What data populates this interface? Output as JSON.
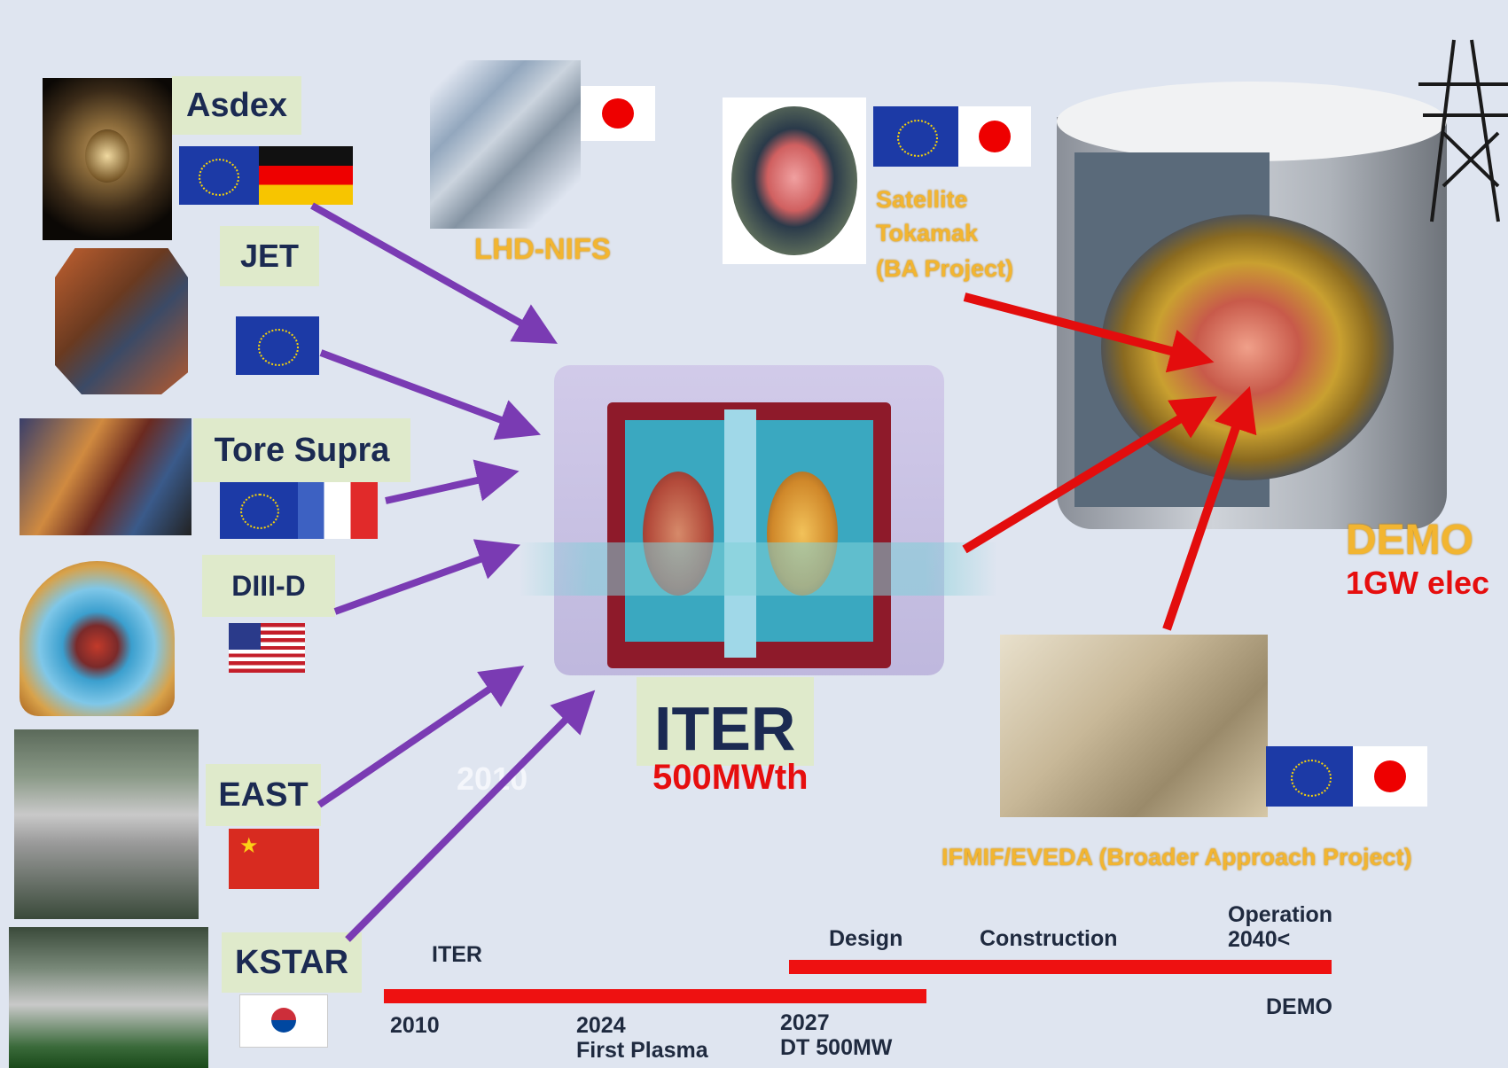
{
  "devices": {
    "asdex": {
      "label": "Asdex",
      "flags": [
        "eu",
        "germany"
      ]
    },
    "jet": {
      "label": "JET",
      "flags": [
        "eu"
      ]
    },
    "tore_supra": {
      "label": "Tore Supra",
      "flags": [
        "eu",
        "france"
      ]
    },
    "diiid": {
      "label": "DIII-D",
      "flags": [
        "usa"
      ]
    },
    "east": {
      "label": "EAST",
      "flags": [
        "china"
      ]
    },
    "kstar": {
      "label": "KSTAR",
      "flags": [
        "korea"
      ]
    },
    "lhd": {
      "label": "LHD-NIFS",
      "flags": [
        "japan"
      ]
    },
    "satellite": {
      "line1": "Satellite",
      "line2": "Tokamak",
      "line3": "(BA Project)",
      "flags": [
        "eu",
        "japan"
      ]
    },
    "iter": {
      "label": "ITER",
      "power": "500MWth",
      "faint_year": "2010"
    },
    "demo": {
      "label": "DEMO",
      "power": "1GW elec"
    },
    "ifmif": {
      "label": "IFMIF/EVEDA (Broader Approach Project)",
      "flags": [
        "eu",
        "japan"
      ]
    }
  },
  "timeline": {
    "iter_label": "ITER",
    "iter_start": "2010",
    "first_plasma_year": "2024",
    "first_plasma_text": "First Plasma",
    "dt_year": "2027",
    "dt_text": "DT 500MW",
    "demo_label": "DEMO",
    "design": "Design",
    "construction": "Construction",
    "operation": "Operation",
    "operation_year": "2040<"
  },
  "colors": {
    "background": "#dfe5f0",
    "arrow_purple": "#7a3bb3",
    "arrow_red": "#e30d0d",
    "label_box": "#dfeacb",
    "orange_text": "#f2b531",
    "timeline_red": "#ee1111"
  }
}
